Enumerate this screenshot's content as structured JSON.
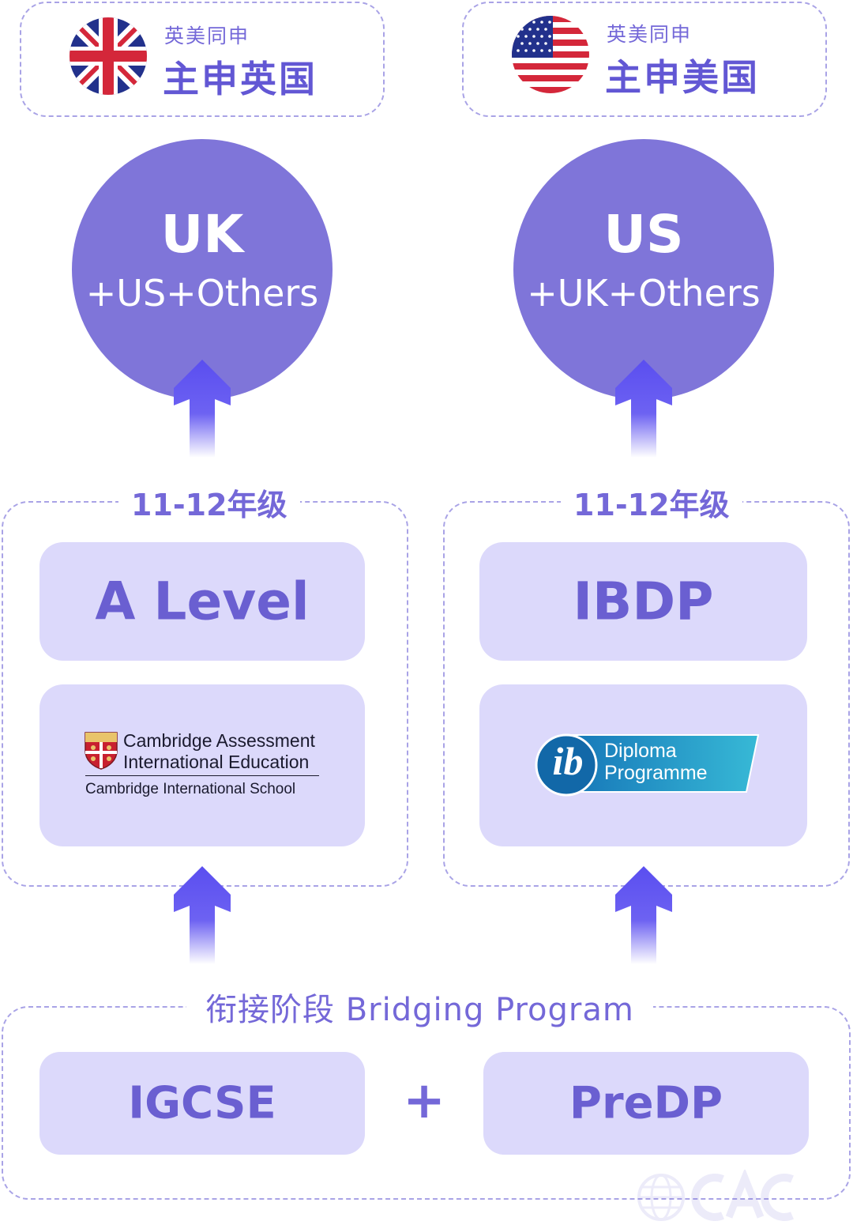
{
  "uk_header": {
    "small": "英美同申",
    "big": "主申英国",
    "flag": "uk-flag-icon"
  },
  "us_header": {
    "small": "英美同申",
    "big": "主申美国",
    "flag": "us-flag-icon"
  },
  "uk_circle": {
    "main": "UK",
    "sub": "+US+Others"
  },
  "us_circle": {
    "main": "US",
    "sub": "+UK+Others"
  },
  "left_group": {
    "grade": "11-12年级",
    "program": "A Level",
    "logo": {
      "line1": "Cambridge Assessment",
      "line2": "International Education",
      "line3": "Cambridge International School"
    }
  },
  "right_group": {
    "grade": "11-12年级",
    "program": "IBDP",
    "logo": {
      "mark": "ib",
      "line1": "Diploma",
      "line2": "Programme"
    }
  },
  "bridging": {
    "title": "衔接阶段 Bridging Program",
    "left": "IGCSE",
    "plus": "+",
    "right": "PreDP"
  },
  "colors": {
    "accent": "#7f75d9",
    "pill": "#dcd9fb",
    "arrow": "#5a4ef0",
    "text": "#6a5fd1"
  }
}
